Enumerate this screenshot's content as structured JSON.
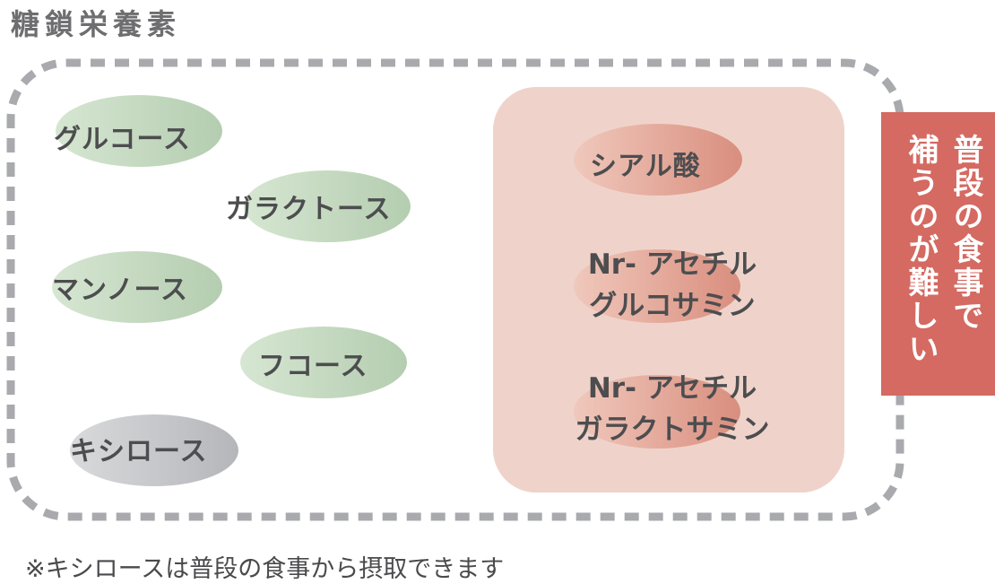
{
  "title": "糖鎖栄養素",
  "colors": {
    "frame_dash": "#a9aaae",
    "green_pill": "#b4cdb0",
    "gray_pill": "#b5b6ba",
    "pink_box": "#efd3ca",
    "salmon_pill": "#d98e7e",
    "callout": "#d46a62",
    "text": "#4d4d4f"
  },
  "common_nutrients": [
    {
      "label": "グルコース",
      "color": "green"
    },
    {
      "label": "ガラクトース",
      "color": "green"
    },
    {
      "label": "マンノース",
      "color": "green"
    },
    {
      "label": "フコース",
      "color": "green"
    },
    {
      "label": "キシロース",
      "color": "gray"
    }
  ],
  "hard_nutrients": [
    {
      "label": "シアル酸"
    },
    {
      "line1": "Nr- アセチル",
      "line2": "グルコサミン"
    },
    {
      "line1": "Nr- アセチル",
      "line2": "ガラクトサミン"
    }
  ],
  "callout": {
    "col1": "普段の食事で",
    "col2": "補うのが難しい"
  },
  "footnote": "※キシロースは普段の食事から摂取できます"
}
